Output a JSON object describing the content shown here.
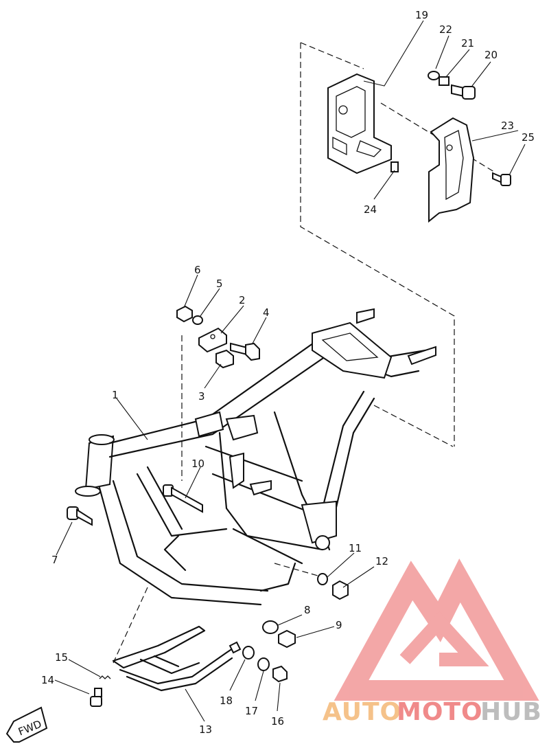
{
  "diagram": {
    "callouts": [
      "1",
      "2",
      "3",
      "4",
      "5",
      "6",
      "7",
      "8",
      "9",
      "10",
      "11",
      "12",
      "13",
      "14",
      "15",
      "16",
      "17",
      "18",
      "19",
      "20",
      "21",
      "22",
      "23",
      "24",
      "25"
    ],
    "direction_marker": "FWD"
  },
  "watermark": {
    "text_part1": "AUTO",
    "text_part2": "MOTO",
    "text_part3": "HUB",
    "color_light": "#f5c28a",
    "color_red": "#f08a8a",
    "color_grey": "#bdbdbd"
  }
}
